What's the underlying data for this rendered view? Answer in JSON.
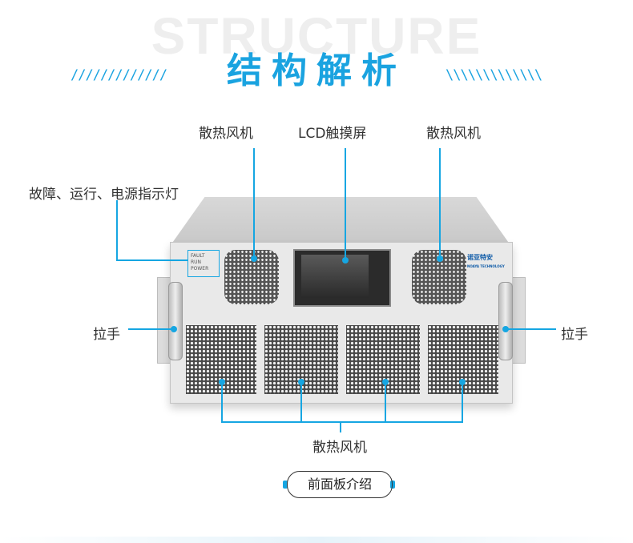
{
  "header": {
    "bg_text": "STRUCTURE",
    "title": "结构解析",
    "left_slashes": "/////////////",
    "right_slashes": "\\\\\\\\\\\\\\\\\\\\\\\\\\"
  },
  "labels": {
    "fan_left": "散热风机",
    "lcd": "LCD触摸屏",
    "fan_right": "散热风机",
    "indicators": "故障、运行、电源指示灯",
    "handle_left": "拉手",
    "handle_right": "拉手",
    "fan_bottom": "散热风机"
  },
  "device": {
    "indicator_fault": "FAULT",
    "indicator_run": "RUN",
    "indicator_power": "POWER",
    "logo_name": "诺亚特安",
    "logo_sub": "NOAYA TECHNOLOGY"
  },
  "footer": {
    "button_label": "前面板介绍"
  },
  "colors": {
    "accent": "#16a6e2",
    "title": "#1aa3e0",
    "text": "#333333"
  }
}
